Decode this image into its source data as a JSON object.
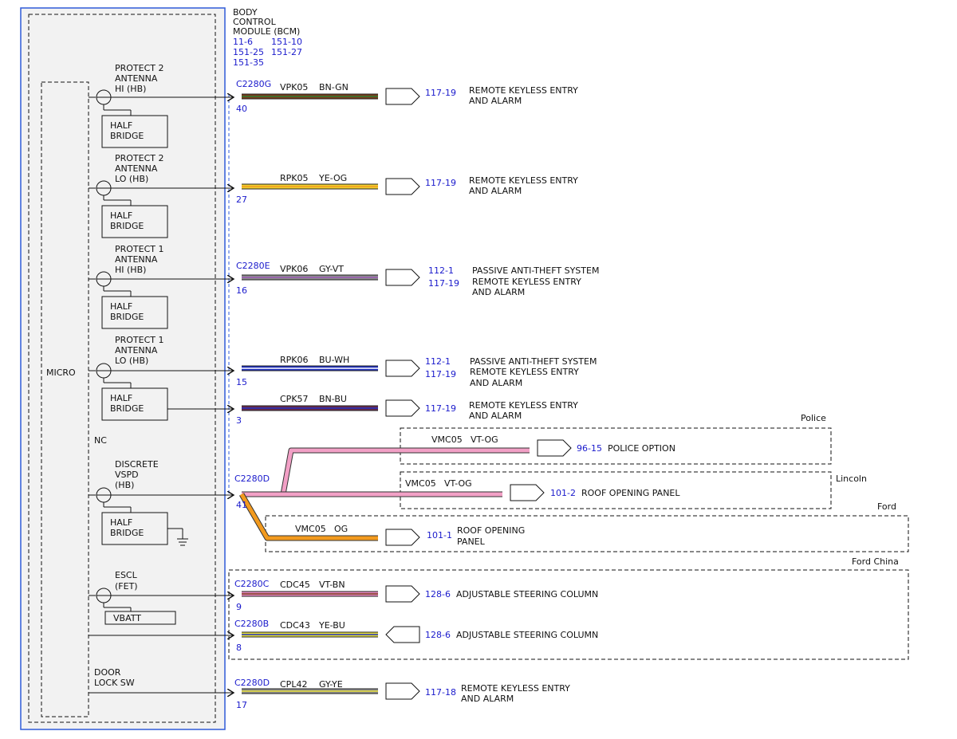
{
  "module": {
    "title_lines": [
      "BODY",
      "CONTROL",
      "MODULE (BCM)"
    ],
    "refs": [
      "11-6",
      "151-10",
      "151-25",
      "151-27",
      "151-35"
    ],
    "micro_label": "MICRO",
    "nc_label": "NC"
  },
  "internals": [
    {
      "label_lines": [
        "PROTECT 2",
        "ANTENNA",
        "HI (HB)"
      ],
      "box": "HALF BRIDGE"
    },
    {
      "label_lines": [
        "PROTECT 2",
        "ANTENNA",
        "LO (HB)"
      ],
      "box": "HALF BRIDGE"
    },
    {
      "label_lines": [
        "PROTECT 1",
        "ANTENNA",
        "HI (HB)"
      ],
      "box": "HALF BRIDGE"
    },
    {
      "label_lines": [
        "PROTECT 1",
        "ANTENNA",
        "LO (HB)"
      ],
      "box": "HALF BRIDGE"
    },
    {
      "label_lines": [
        "DISCRETE",
        "VSPD",
        "(HB)"
      ],
      "box": "HALF BRIDGE"
    },
    {
      "label_lines": [
        "ESCL",
        "(FET)"
      ],
      "box": "VBATT"
    },
    {
      "label_lines": [
        "DOOR",
        "LOCK SW"
      ]
    }
  ],
  "circuits": [
    {
      "connector": "C2280G",
      "pin": "40",
      "circuit": "VPK05",
      "color_code": "BN-GN",
      "c1": "#7a3b1a",
      "c2": "#2e7d32",
      "refs": [
        "117-19"
      ],
      "desc": [
        "REMOTE KEYLESS ENTRY",
        "AND ALARM"
      ]
    },
    {
      "connector": "",
      "pin": "27",
      "circuit": "RPK05",
      "color_code": "YE-OG",
      "c1": "#f2d22e",
      "c2": "#f29a1e",
      "refs": [
        "117-19"
      ],
      "desc": [
        "REMOTE KEYLESS ENTRY",
        "AND ALARM"
      ]
    },
    {
      "connector": "C2280E",
      "pin": "16",
      "circuit": "VPK06",
      "color_code": "GY-VT",
      "c1": "#8c8c8c",
      "c2": "#9b59b6",
      "refs": [
        "112-1",
        "117-19"
      ],
      "desc": [
        "PASSIVE ANTI-THEFT SYSTEM",
        "REMOTE KEYLESS ENTRY",
        "AND ALARM"
      ]
    },
    {
      "connector": "",
      "pin": "15",
      "circuit": "RPK06",
      "color_code": "BU-WH",
      "c1": "#1f2fbf",
      "c2": "#ffffff",
      "refs": [
        "112-1",
        "117-19"
      ],
      "desc": [
        "PASSIVE ANTI-THEFT SYSTEM",
        "REMOTE KEYLESS ENTRY",
        "AND ALARM"
      ]
    },
    {
      "connector": "",
      "pin": "3",
      "circuit": "CPK57",
      "color_code": "BN-BU",
      "c1": "#6b2a4a",
      "c2": "#1f2fbf",
      "refs": [
        "117-19"
      ],
      "desc": [
        "REMOTE KEYLESS ENTRY",
        "AND ALARM"
      ]
    },
    {
      "connector": "C2280D",
      "pin": "41"
    },
    {
      "connector": "C2280C",
      "pin": "9",
      "circuit": "CDC45",
      "color_code": "VT-BN",
      "c1": "#e68ac0",
      "c2": "#7a3b1a",
      "refs": [
        "128-6"
      ],
      "desc": [
        "ADJUSTABLE STEERING COLUMN"
      ]
    },
    {
      "connector": "C2280B",
      "pin": "8",
      "circuit": "CDC43",
      "color_code": "YE-BU",
      "c1": "#e8e03a",
      "c2": "#1f2fbf",
      "refs": [
        "128-6"
      ],
      "desc": [
        "ADJUSTABLE STEERING COLUMN"
      ]
    },
    {
      "connector": "C2280D",
      "pin": "17",
      "circuit": "CPL42",
      "color_code": "GY-YE",
      "c1": "#8c8c8c",
      "c2": "#e8e03a",
      "refs": [
        "117-18"
      ],
      "desc": [
        "REMOTE KEYLESS ENTRY",
        "AND ALARM"
      ]
    }
  ],
  "vspd_branches": [
    {
      "variant": "Police",
      "circuit": "VMC05",
      "color_code": "VT-OG",
      "ref": "96-15",
      "desc": [
        "POLICE OPTION"
      ]
    },
    {
      "variant": "Lincoln",
      "circuit": "VMC05",
      "color_code": "VT-OG",
      "ref": "101-2",
      "desc": [
        "ROOF OPENING PANEL"
      ]
    },
    {
      "variant": "Ford",
      "circuit": "VMC05",
      "color_code": "OG",
      "ref": "101-1",
      "desc": [
        "ROOF OPENING",
        "PANEL"
      ]
    }
  ],
  "variant_box": {
    "label": "Ford China"
  },
  "colors": {
    "module_border": "#2f5bd8",
    "ref_blue": "#1a1acc",
    "pink": "#f2a0c6",
    "orange": "#f29a1e"
  }
}
